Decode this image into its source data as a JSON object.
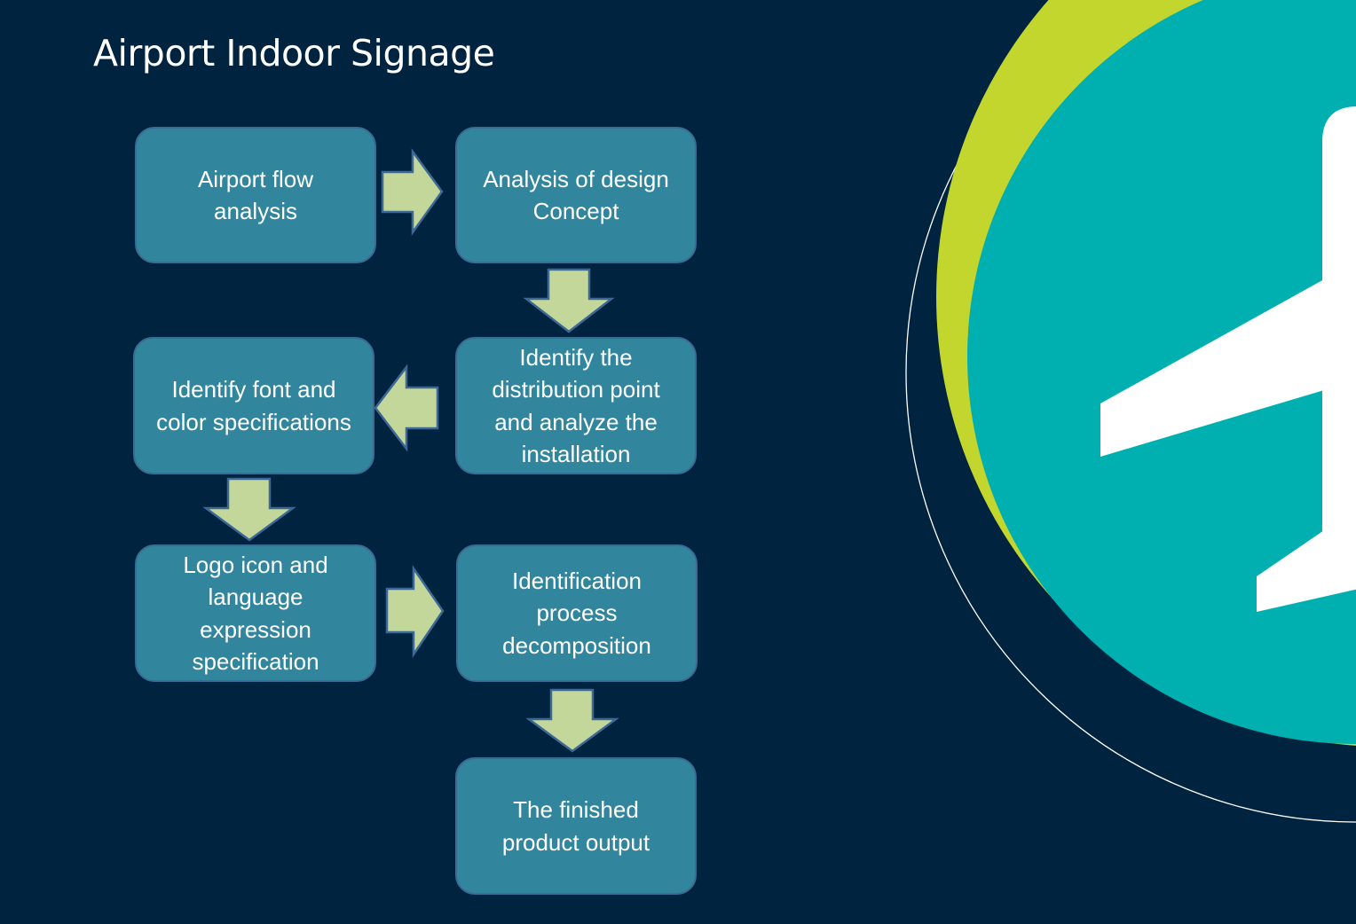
{
  "title": "Airport Indoor Signage",
  "colors": {
    "background": "#002340",
    "box_fill": "#31859c",
    "box_border": "#3b6a93",
    "arrow_fill": "#c4d79b",
    "accent_teal": "#00b0b0",
    "accent_lime": "#c2d62e"
  },
  "steps": [
    {
      "id": 1,
      "label": "Airport flow analysis"
    },
    {
      "id": 2,
      "label": "Analysis of design Concept"
    },
    {
      "id": 3,
      "label": "Identify the distribution point and analyze the installation"
    },
    {
      "id": 4,
      "label": "Identify font and color specifications"
    },
    {
      "id": 5,
      "label": "Logo icon and language expression specification"
    },
    {
      "id": 6,
      "label": "Identification process decomposition"
    },
    {
      "id": 7,
      "label": "The finished product output"
    }
  ],
  "connections": [
    {
      "from": 1,
      "to": 2,
      "direction": "right"
    },
    {
      "from": 2,
      "to": 3,
      "direction": "down"
    },
    {
      "from": 3,
      "to": 4,
      "direction": "left"
    },
    {
      "from": 4,
      "to": 5,
      "direction": "down"
    },
    {
      "from": 5,
      "to": 6,
      "direction": "right"
    },
    {
      "from": 6,
      "to": 7,
      "direction": "down"
    }
  ],
  "decoration": {
    "icon": "airplane-icon"
  }
}
